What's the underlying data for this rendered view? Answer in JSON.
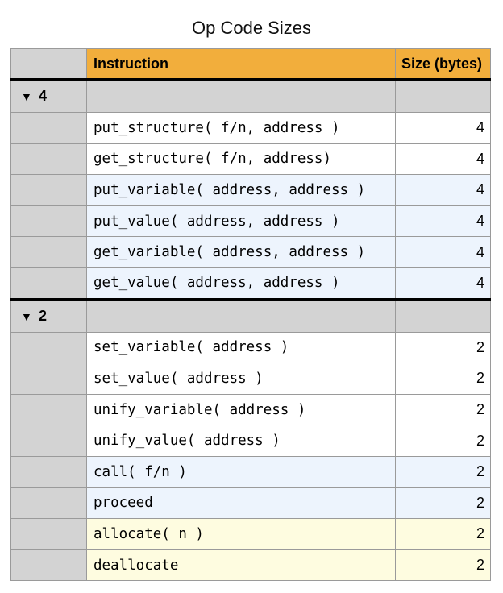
{
  "title": "Op Code Sizes",
  "headers": {
    "gutter": "",
    "instruction": "Instruction",
    "size": "Size (bytes)"
  },
  "colors": {
    "header": "#f2ae3c",
    "gutter": "#d3d3d3",
    "row_white": "#ffffff",
    "row_blue": "#edf4fd",
    "row_yellow": "#fefce0"
  },
  "icons": {
    "group_toggle": "triangle-down-icon"
  },
  "groups": [
    {
      "toggle": "▼",
      "label": "4",
      "rows": [
        {
          "instruction": "put_structure( f/n, address )",
          "size": "4",
          "shade": "white"
        },
        {
          "instruction": "get_structure( f/n, address)",
          "size": "4",
          "shade": "white"
        },
        {
          "instruction": "put_variable( address, address )",
          "size": "4",
          "shade": "blue"
        },
        {
          "instruction": "put_value( address, address )",
          "size": "4",
          "shade": "blue"
        },
        {
          "instruction": "get_variable( address, address )",
          "size": "4",
          "shade": "blue"
        },
        {
          "instruction": "get_value( address, address )",
          "size": "4",
          "shade": "blue"
        }
      ]
    },
    {
      "toggle": "▼",
      "label": "2",
      "rows": [
        {
          "instruction": "set_variable( address )",
          "size": "2",
          "shade": "white"
        },
        {
          "instruction": "set_value( address )",
          "size": "2",
          "shade": "white"
        },
        {
          "instruction": "unify_variable( address )",
          "size": "2",
          "shade": "white"
        },
        {
          "instruction": "unify_value( address )",
          "size": "2",
          "shade": "white"
        },
        {
          "instruction": "call( f/n )",
          "size": "2",
          "shade": "blue"
        },
        {
          "instruction": "proceed",
          "size": "2",
          "shade": "blue"
        },
        {
          "instruction": "allocate( n )",
          "size": "2",
          "shade": "yellow"
        },
        {
          "instruction": "deallocate",
          "size": "2",
          "shade": "yellow"
        }
      ]
    }
  ]
}
